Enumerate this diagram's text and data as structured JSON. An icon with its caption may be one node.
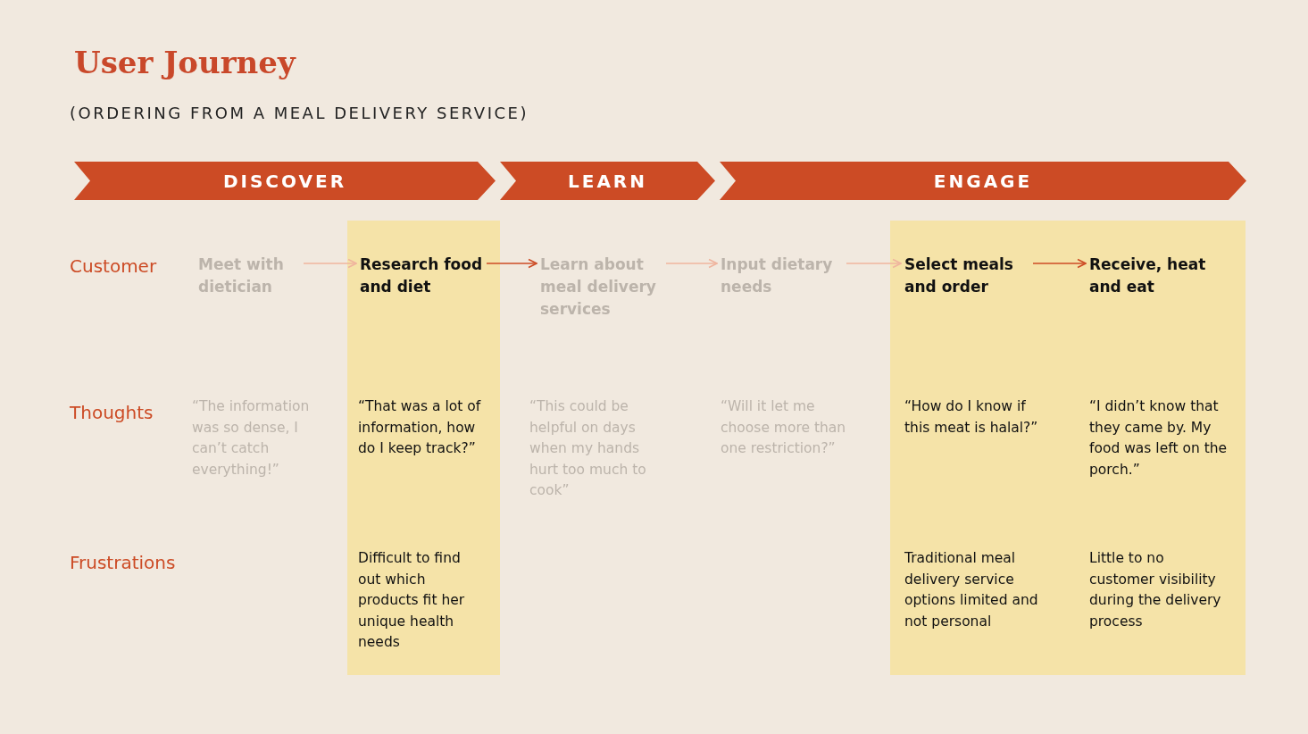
{
  "diagram": {
    "title": "User Journey",
    "nodes": [
      {
        "text": [
          "DISCOVER"
        ]
      },
      {
        "text": [
          "LEARN"
        ]
      },
      {
        "text": [
          "ENGAGE"
        ]
      },
      {
        "text": [
          "Meet with dietician"
        ]
      },
      {
        "text": [],
        "shape": "bar"
      },
      {
        "text": [
          "Research food and diet"
        ],
        "in": 4
      },
      {
        "text": [
          "Learn about meal delivery services"
        ]
      },
      {
        "text": [
          "Input dietary needs"
        ]
      },
      {
        "text": [],
        "shape": "bar"
      },
      {
        "text": [
          "Select meals and order"
        ],
        "in": 8
      },
      {
        "text": [
          "Receive, heat and eat"
        ],
        "in": 8
      },
      {
        "text": [
          "“The information was so dense, I can’t catch everything!”"
        ]
      },
      {
        "text": [
          "“That was a lot of information, how do I keep track?”"
        ],
        "in": 4
      },
      {
        "text": [
          "“This could be helpful on days when my hands hurt too much to cook”"
        ]
      },
      {
        "text": [
          "“Will it let me choose more than one restriction?”"
        ]
      },
      {
        "text": [
          "“How do I know if this meat is halal?”"
        ],
        "in": 8
      },
      {
        "text": [
          "“I didn’t know that they came by. My food was left on the porch.”"
        ],
        "in": 8
      },
      {
        "text": [
          "Difficult to find out which products fit her unique health needs"
        ],
        "in": 4
      },
      {
        "text": [
          "Traditional meal delivery service options limited and not personal"
        ],
        "in": 8
      },
      {
        "text": [
          "Little to no customer visibility during the delivery process"
        ],
        "in": 8
      }
    ],
    "edges": [
      {
        "from": 3,
        "to": 5,
        "arrow": "to"
      },
      {
        "from": 5,
        "to": 6,
        "arrow": "to",
        "color": "#cc4b25"
      },
      {
        "from": 6,
        "to": 7,
        "arrow": "to"
      },
      {
        "from": 7,
        "to": 9,
        "arrow": "to"
      },
      {
        "from": 9,
        "to": 10,
        "arrow": "to",
        "color": "#cc4b25"
      }
    ],
    "labels": [
      "(ORDERING FROM A MEAL DELIVERY SERVICE)",
      "Customer",
      "Thoughts",
      "Frustrations"
    ]
  }
}
